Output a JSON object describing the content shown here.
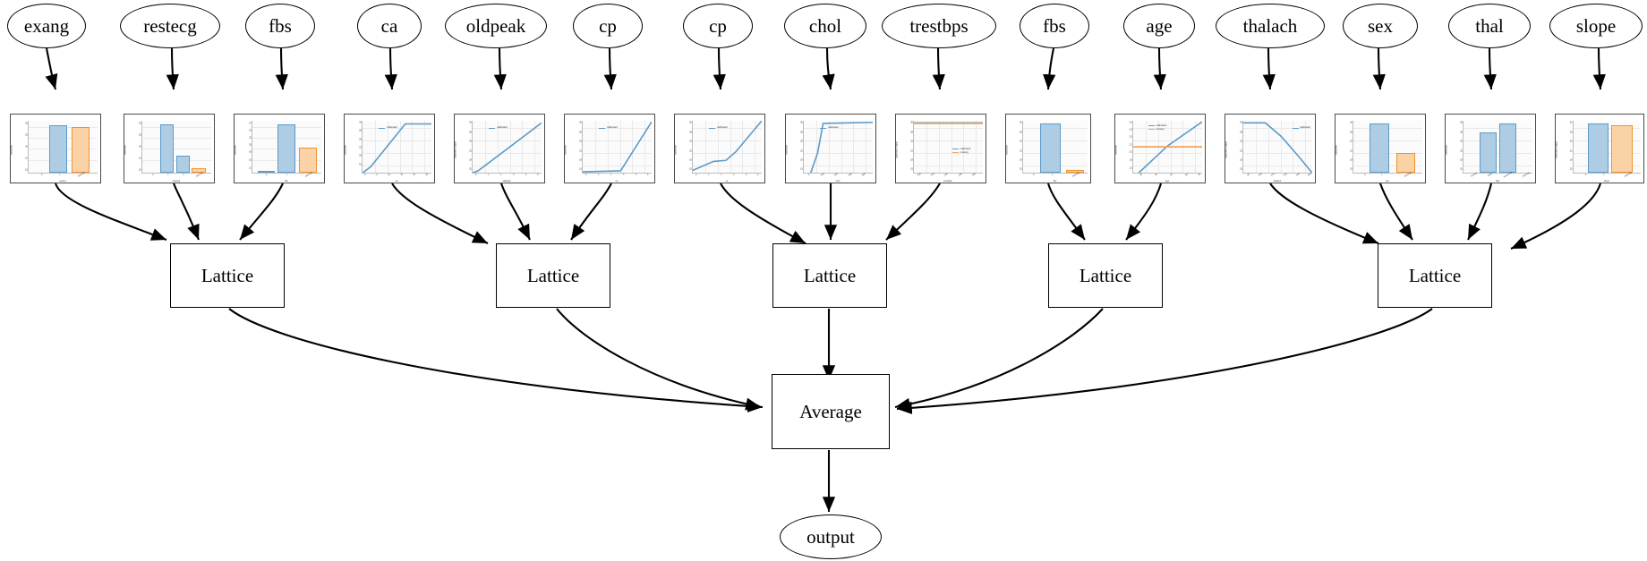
{
  "diagram": {
    "type": "calibrated-lattice-ensemble-graph",
    "title": "",
    "output_node": {
      "label": "output",
      "shape": "ellipse"
    },
    "aggregator": {
      "label": "Average",
      "shape": "box"
    },
    "lattice_label": "Lattice",
    "lattice_nodes": [
      {
        "id": "lattice-1",
        "label": "Lattice",
        "inputs": [
          "exang",
          "restecg",
          "fbs"
        ]
      },
      {
        "id": "lattice-2",
        "label": "Lattice",
        "inputs": [
          "ca",
          "oldpeak",
          "cp"
        ]
      },
      {
        "id": "lattice-3",
        "label": "Lattice",
        "inputs": [
          "cp",
          "chol",
          "trestbps"
        ]
      },
      {
        "id": "lattice-4",
        "label": "Lattice",
        "inputs": [
          "fbs",
          "age"
        ]
      },
      {
        "id": "lattice-5",
        "label": "Lattice",
        "inputs": [
          "thalach",
          "sex",
          "thal",
          "slope"
        ]
      }
    ],
    "features": [
      {
        "name": "exang",
        "lattice": "lattice-1"
      },
      {
        "name": "restecg",
        "lattice": "lattice-1"
      },
      {
        "name": "fbs",
        "lattice": "lattice-1"
      },
      {
        "name": "ca",
        "lattice": "lattice-2"
      },
      {
        "name": "oldpeak",
        "lattice": "lattice-2"
      },
      {
        "name": "cp",
        "lattice": "lattice-2"
      },
      {
        "name": "cp",
        "lattice": "lattice-3"
      },
      {
        "name": "chol",
        "lattice": "lattice-3"
      },
      {
        "name": "trestbps",
        "lattice": "lattice-3"
      },
      {
        "name": "fbs",
        "lattice": "lattice-4"
      },
      {
        "name": "age",
        "lattice": "lattice-4"
      },
      {
        "name": "thalach",
        "lattice": "lattice-5"
      },
      {
        "name": "sex",
        "lattice": "lattice-5"
      },
      {
        "name": "thal",
        "lattice": "lattice-5"
      },
      {
        "name": "slope",
        "lattice": "lattice-5"
      }
    ]
  },
  "colors": {
    "calibrated": "#5b9bc9",
    "missing": "#f0a35a",
    "bar_blue_fill": "#aecde4",
    "bar_orange_fill": "#fbd2a6",
    "node_stroke": "#000000",
    "plot_border": "#4a4a4a",
    "grid": "#e9e9e9"
  },
  "legend_labels": {
    "calibrated": "calibrated",
    "missing": "missing"
  },
  "chart_data": [
    {
      "id": "plot-exang",
      "type": "bar",
      "feature": "exang",
      "xlabel": "exang",
      "ylabel": "calibrated",
      "ylim": [
        10,
        32
      ],
      "categories": [
        "0",
        "1",
        "missing"
      ],
      "yticks": [
        "10",
        "15",
        "20",
        "25",
        "30"
      ],
      "series": [
        {
          "name": "calibrated",
          "values": [
            0,
            31,
            null
          ]
        },
        {
          "name": "missing",
          "values": [
            null,
            null,
            30
          ]
        }
      ]
    },
    {
      "id": "plot-restecg",
      "type": "bar",
      "feature": "restecg",
      "xlabel": "restecg",
      "ylabel": "calibrated",
      "ylim": [
        10,
        32
      ],
      "categories": [
        "0",
        "1",
        "2",
        "missing"
      ],
      "yticks": [
        "10",
        "15",
        "20",
        "25",
        "30"
      ],
      "series": [
        {
          "name": "calibrated",
          "values": [
            0,
            31,
            17,
            null
          ]
        },
        {
          "name": "missing",
          "values": [
            null,
            null,
            null,
            12
          ]
        }
      ]
    },
    {
      "id": "plot-fbs-1",
      "type": "bar",
      "feature": "fbs",
      "xlabel": "fbs",
      "ylabel": "calibrated",
      "ylim": [
        10,
        28
      ],
      "categories": [
        "0",
        "1",
        "missing"
      ],
      "yticks": [
        "10",
        "12",
        "15",
        "18",
        "20",
        "22",
        "25",
        "27"
      ],
      "series": [
        {
          "name": "calibrated",
          "values": [
            10.5,
            27,
            null
          ]
        },
        {
          "name": "missing",
          "values": [
            null,
            null,
            19
          ]
        }
      ]
    },
    {
      "id": "plot-ca",
      "type": "line",
      "feature": "ca",
      "xlabel": "ca",
      "ylabel": "calibrated",
      "ylim": [
        12,
        30
      ],
      "xticks": [
        "0",
        "5",
        "10",
        "15",
        "20",
        "25",
        "30"
      ],
      "yticks": [
        "12",
        "15",
        "18",
        "20",
        "22",
        "25",
        "28",
        "30"
      ],
      "series": [
        {
          "name": "calibrated",
          "x": [
            0,
            0.12,
            0.62,
            1.0
          ],
          "y": [
            0.0,
            0.12,
            1.0,
            1.0
          ]
        }
      ],
      "legend": [
        "calibrated"
      ],
      "legend_position": "top-left"
    },
    {
      "id": "plot-oldpeak",
      "type": "line",
      "feature": "oldpeak",
      "xlabel": "oldpeak",
      "ylabel": "calibrated output",
      "ylim": [
        12,
        30
      ],
      "xticks": [
        "0",
        "1",
        "2",
        "3",
        "4",
        "5",
        "6"
      ],
      "yticks": [
        "12",
        "15",
        "18",
        "20",
        "22",
        "25",
        "28",
        "30"
      ],
      "series": [
        {
          "name": "calibrated",
          "x": [
            0,
            0.08,
            1.0
          ],
          "y": [
            0.0,
            0.04,
            1.0
          ]
        }
      ],
      "legend": [
        "calibrated"
      ],
      "legend_position": "top-left"
    },
    {
      "id": "plot-cp-1",
      "type": "line",
      "feature": "cp",
      "xlabel": "cp",
      "ylabel": "calibrated",
      "ylim": [
        12,
        30
      ],
      "xticks": [
        "0",
        "1",
        "2",
        "3",
        "4",
        "5"
      ],
      "yticks": [
        "12",
        "15",
        "18",
        "20",
        "22",
        "25",
        "28",
        "30"
      ],
      "series": [
        {
          "name": "calibrated",
          "x": [
            0,
            0.55,
            1.0
          ],
          "y": [
            0.02,
            0.04,
            1.0
          ]
        }
      ],
      "legend": [
        "calibrated"
      ],
      "legend_position": "top-left"
    },
    {
      "id": "plot-cp-2",
      "type": "line",
      "feature": "cp",
      "xlabel": "cp",
      "ylabel": "calibrated",
      "ylim": [
        12,
        30
      ],
      "xticks": [
        "0",
        "1",
        "2",
        "3",
        "4",
        "5"
      ],
      "yticks": [
        "12",
        "15",
        "18",
        "20",
        "22",
        "25",
        "28",
        "30"
      ],
      "series": [
        {
          "name": "calibrated",
          "x": [
            0,
            0.3,
            0.48,
            0.62,
            1.0
          ],
          "y": [
            0.05,
            0.22,
            0.24,
            0.4,
            1.0
          ]
        }
      ],
      "legend": [
        "calibrated"
      ],
      "legend_position": "top-left"
    },
    {
      "id": "plot-chol",
      "type": "line",
      "feature": "chol",
      "xlabel": "chol",
      "ylabel": "calibrated",
      "ylim": [
        12,
        30
      ],
      "xticks": [
        "0",
        "100",
        "200",
        "300",
        "400",
        "500"
      ],
      "yticks": [
        "12",
        "15",
        "18",
        "20",
        "22",
        "25",
        "28",
        "30"
      ],
      "series": [
        {
          "name": "calibrated",
          "x": [
            0.1,
            0.2,
            0.28,
            1.0
          ],
          "y": [
            0.0,
            0.38,
            0.97,
            0.99
          ]
        }
      ],
      "legend": [
        "calibrated"
      ],
      "legend_position": "top-left"
    },
    {
      "id": "plot-trestbps",
      "type": "line",
      "feature": "trestbps",
      "xlabel": "trestbps",
      "ylabel": "calibrated output",
      "ylim": [
        12,
        30
      ],
      "xticks": [
        "100",
        "120",
        "140",
        "160",
        "180",
        "200"
      ],
      "yticks": [
        "12",
        "15",
        "18",
        "20",
        "22",
        "25",
        "28",
        "30"
      ],
      "series": [
        {
          "name": "calibrated",
          "x": [
            0,
            1.0
          ],
          "y": [
            0.98,
            0.98
          ]
        },
        {
          "name": "missing",
          "x": [
            0,
            1.0
          ],
          "y": [
            0.98,
            0.98
          ]
        }
      ],
      "legend": [
        "calibrated",
        "missing"
      ],
      "legend_position": "center-right"
    },
    {
      "id": "plot-fbs-2",
      "type": "bar",
      "feature": "fbs",
      "xlabel": "fbs",
      "ylabel": "calibrated",
      "ylim": [
        12,
        30
      ],
      "categories": [
        "0",
        "1",
        "missing"
      ],
      "yticks": [
        "12",
        "15",
        "18",
        "20",
        "22",
        "25",
        "28",
        "30"
      ],
      "series": [
        {
          "name": "calibrated",
          "values": [
            0,
            29,
            null
          ]
        },
        {
          "name": "missing",
          "values": [
            null,
            null,
            12.8
          ]
        }
      ]
    },
    {
      "id": "plot-age",
      "type": "line",
      "feature": "age",
      "xlabel": "age",
      "ylabel": "calibrated",
      "ylim": [
        2.0,
        3.0
      ],
      "xticks": [
        "30",
        "40",
        "50",
        "60",
        "70"
      ],
      "yticks": [
        "2.0",
        "2.2",
        "2.5",
        "2.8",
        "3.0",
        "1.5",
        "1.8"
      ],
      "series": [
        {
          "name": "calibrated",
          "x": [
            0.08,
            0.5,
            1.0
          ],
          "y": [
            0.0,
            0.52,
            1.0
          ]
        },
        {
          "name": "missing",
          "x": [
            0,
            1.0
          ],
          "y": [
            0.5,
            0.5
          ]
        }
      ],
      "legend": [
        "calibrated",
        "missing"
      ],
      "legend_position": "top-left"
    },
    {
      "id": "plot-thalach",
      "type": "line",
      "feature": "thalach",
      "xlabel": "thalach",
      "ylabel": "calibrated output",
      "ylim": [
        12,
        30
      ],
      "xticks": [
        "80",
        "100",
        "120",
        "140",
        "160",
        "180",
        "200"
      ],
      "yticks": [
        "12",
        "15",
        "18",
        "20",
        "22",
        "25",
        "28",
        "30"
      ],
      "series": [
        {
          "name": "calibrated",
          "x": [
            0,
            0.32,
            0.55,
            0.8,
            1.0
          ],
          "y": [
            1.0,
            1.0,
            0.68,
            0.3,
            0.0
          ]
        }
      ],
      "legend": [
        "calibrated"
      ],
      "legend_position": "top-right"
    },
    {
      "id": "plot-sex",
      "type": "bar",
      "feature": "sex",
      "xlabel": "sex",
      "ylabel": "calibrated",
      "ylim": [
        12,
        30
      ],
      "categories": [
        "0",
        "1",
        "missing"
      ],
      "yticks": [
        "12",
        "15",
        "18",
        "20",
        "22",
        "25",
        "28",
        "30"
      ],
      "series": [
        {
          "name": "calibrated",
          "values": [
            null,
            29,
            null
          ]
        },
        {
          "name": "missing",
          "values": [
            null,
            null,
            17
          ]
        }
      ]
    },
    {
      "id": "plot-thal",
      "type": "bar",
      "feature": "thal",
      "xlabel": "thal",
      "ylabel": "calibrated",
      "ylim": [
        12,
        30
      ],
      "categories": [
        "normal",
        "fixed",
        "reversible",
        "missing"
      ],
      "yticks": [
        "12",
        "15",
        "18",
        "20",
        "22",
        "25",
        "28",
        "30"
      ],
      "series": [
        {
          "name": "calibrated",
          "values": [
            null,
            24,
            29,
            null
          ]
        },
        {
          "name": "missing",
          "values": [
            null,
            null,
            null,
            null
          ]
        }
      ]
    },
    {
      "id": "plot-slope",
      "type": "bar",
      "feature": "slope",
      "xlabel": "slope",
      "ylabel": "calibrated output",
      "ylim": [
        12,
        30
      ],
      "categories": [
        "0",
        "1",
        "missing"
      ],
      "yticks": [
        "12",
        "15",
        "18",
        "20",
        "22",
        "25",
        "28",
        "30"
      ],
      "series": [
        {
          "name": "calibrated",
          "values": [
            null,
            29,
            null
          ]
        },
        {
          "name": "missing",
          "values": [
            null,
            null,
            29
          ]
        }
      ]
    }
  ]
}
